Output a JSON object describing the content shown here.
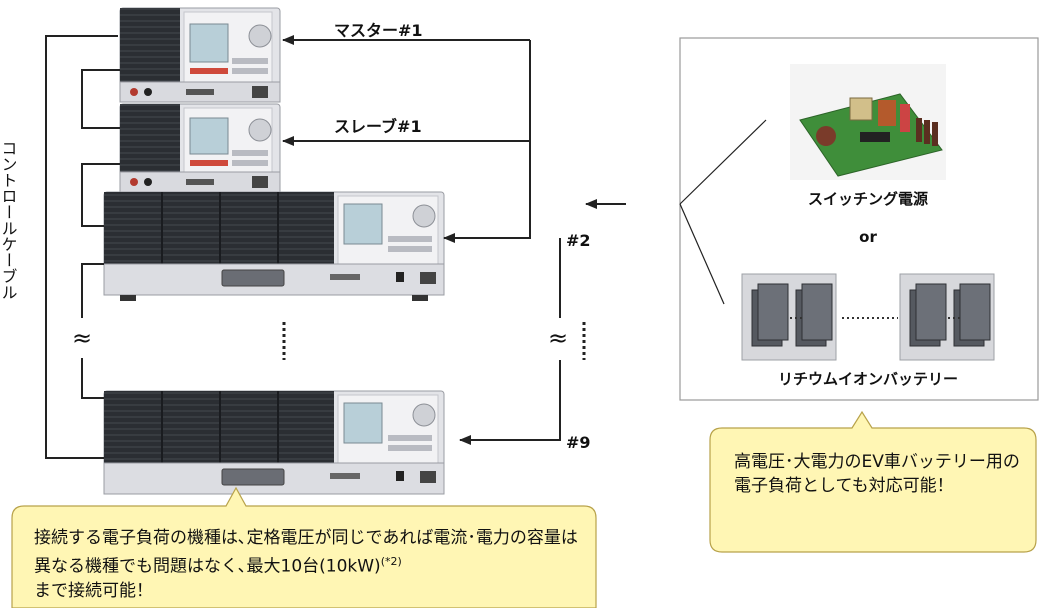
{
  "labels": {
    "master": "マスター#1",
    "slave": "スレーブ#1",
    "unit2": "#2",
    "unit9": "#9",
    "cable": "コントロールケーブル",
    "approx": "≈",
    "switching_psu": "スイッチング電源",
    "or": "or",
    "li_battery": "リチウムイオンバッテリー"
  },
  "callouts": {
    "ev": "高電圧･大電力のEV車バッテリー用の電子負荷としても対応可能！",
    "bottom_main": "接続する電子負荷の機種は､定格電圧が同じであれば電流･電力の容量は異なる機種でも問題はなく､最大10台(10kW)",
    "bottom_note": "(*2)",
    "bottom_end": "まで接続可能！"
  },
  "colors": {
    "callout_fill": "#fff6b4",
    "callout_border": "#b8a24a",
    "line": "#222222",
    "panel_border": "#9a9a9a",
    "device_dark": "#2b2e33",
    "device_light": "#e8e9ec"
  }
}
